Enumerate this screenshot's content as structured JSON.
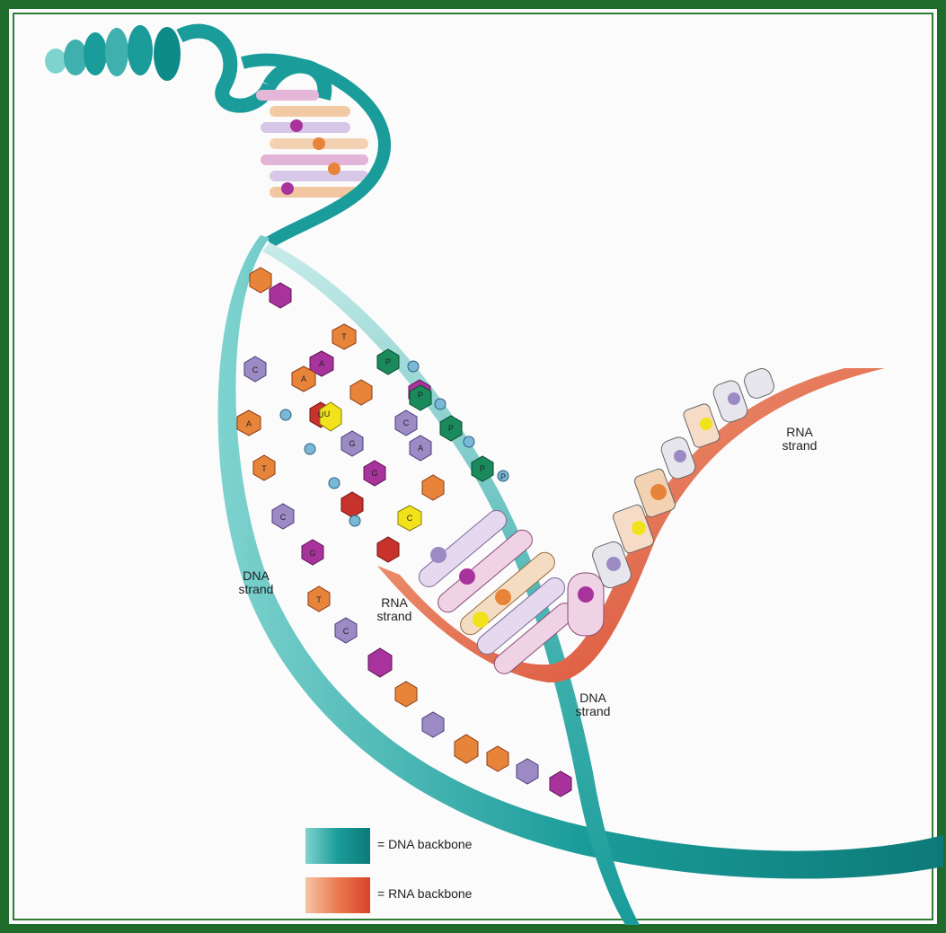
{
  "labels": {
    "dna_left": [
      "DNA",
      "strand"
    ],
    "rna_left": [
      "RNA",
      "strand"
    ],
    "dna_right": [
      "DNA",
      "strand"
    ],
    "rna_right": [
      "RNA",
      "strand"
    ]
  },
  "legend": {
    "dna": "= DNA backbone",
    "rna": "= RNA backbone"
  },
  "bases": {
    "rung_row_1": [
      "T",
      "A",
      "P"
    ],
    "rung_row_2": [
      "A",
      "U",
      "P"
    ],
    "rung_row_3": [
      "U",
      "G",
      "P"
    ],
    "rung_row_4": [
      "G",
      "C",
      "P"
    ],
    "rung_row_5": [
      "C",
      "A",
      "P"
    ],
    "left_strand": [
      "C",
      "A",
      "T",
      "C",
      "G",
      "T",
      "C"
    ]
  },
  "colors": {
    "dna_backbone": "#1a9c9a",
    "rna_backbone": "#e0532f",
    "frame": "#1f6b2a",
    "purine_purple": "#a8339c",
    "pyrimidine_lilac": "#9b8ac4",
    "orange": "#e8843a",
    "yellow": "#f2e21c",
    "red": "#c7322c",
    "green": "#1a8a5c"
  }
}
